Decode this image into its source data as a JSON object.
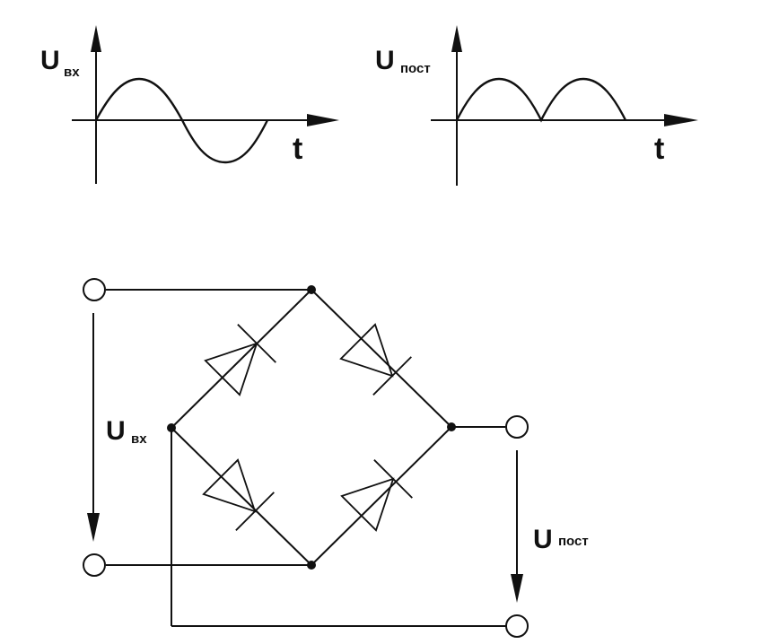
{
  "graphs": {
    "input": {
      "label_main": "U",
      "label_sub": "вх",
      "axis_label": "t"
    },
    "output": {
      "label_main": "U",
      "label_sub": "пост",
      "axis_label": "t"
    }
  },
  "circuit": {
    "input_label_main": "U",
    "input_label_sub": "вх",
    "output_label_main": "U",
    "output_label_sub": "пост"
  },
  "colors": {
    "ink": "#111111",
    "background": "#ffffff"
  }
}
